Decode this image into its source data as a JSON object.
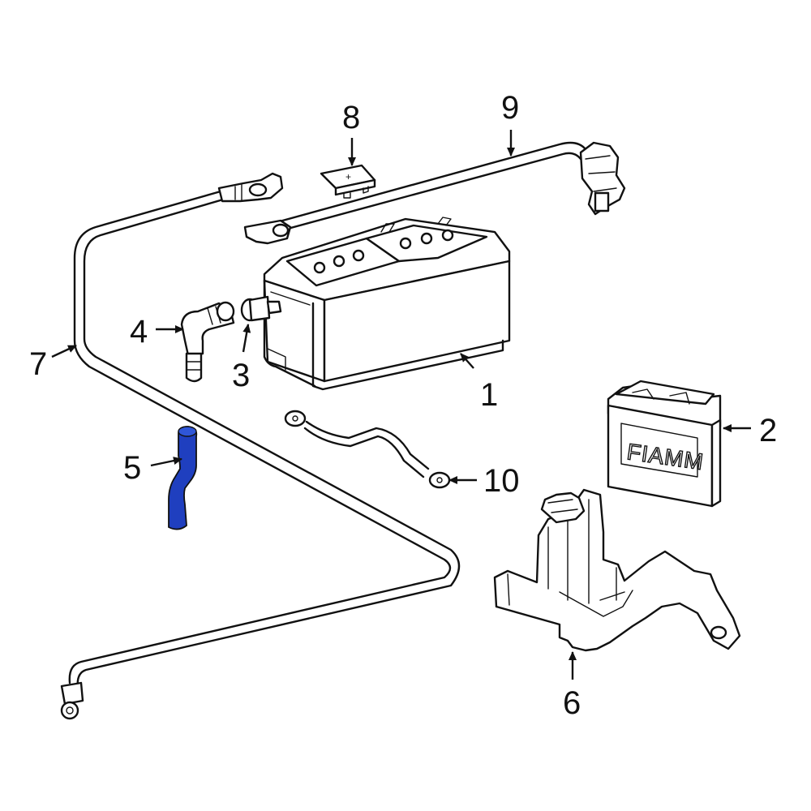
{
  "callouts": {
    "c1": "1",
    "c2": "2",
    "c3": "3",
    "c4": "4",
    "c5": "5",
    "c6": "6",
    "c7": "7",
    "c8": "8",
    "c9": "9",
    "c10": "10"
  },
  "battery_brand": "FIAMM",
  "cover_symbol": "+",
  "colors": {
    "highlight": "#1f3fbf",
    "line": "#111111"
  }
}
